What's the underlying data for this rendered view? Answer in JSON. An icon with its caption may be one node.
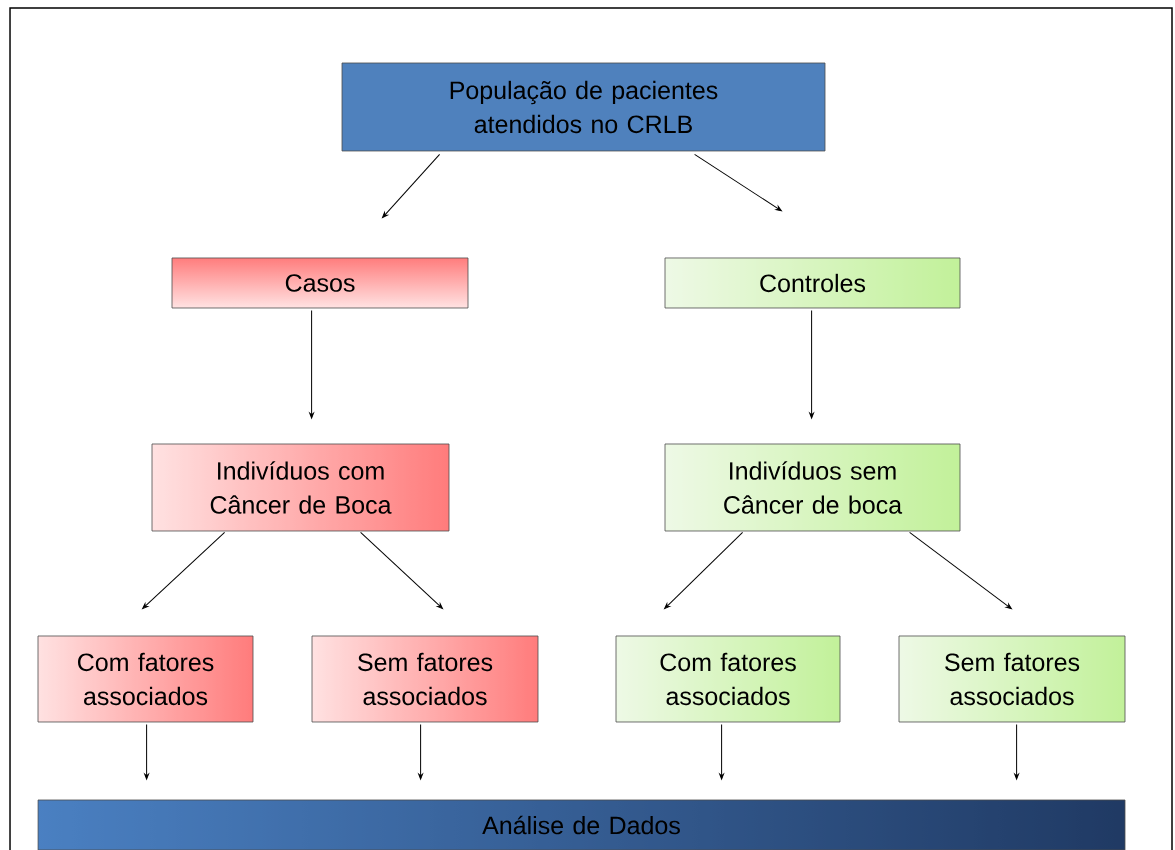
{
  "diagram": {
    "nodes": [
      {
        "text": [
          "População de pacientes atendidos no CRLB"
        ]
      },
      {
        "text": [
          "Casos"
        ]
      },
      {
        "text": [
          "Controles"
        ]
      },
      {
        "text": [
          "Indivíduos com Câncer de Boca"
        ]
      },
      {
        "text": [
          "Indivíduos sem Câncer de boca"
        ]
      },
      {
        "text": [
          "Com fatores associados"
        ]
      },
      {
        "text": [
          "Sem fatores associados"
        ]
      },
      {
        "text": [
          "Com fatores associados"
        ]
      },
      {
        "text": [
          "Sem fatores associados"
        ]
      },
      {
        "text": [
          "Análise de Dados"
        ]
      }
    ],
    "edges": [
      {
        "from": 0,
        "to": 1,
        "arrow": "to"
      },
      {
        "from": 0,
        "to": 2,
        "arrow": "to"
      },
      {
        "from": 1,
        "to": 3,
        "arrow": "to"
      },
      {
        "from": 2,
        "to": 4,
        "arrow": "to"
      },
      {
        "from": 3,
        "to": 5,
        "arrow": "to"
      },
      {
        "from": 3,
        "to": 6,
        "arrow": "to"
      },
      {
        "from": 4,
        "to": 7,
        "arrow": "to"
      },
      {
        "from": 4,
        "to": 8,
        "arrow": "to"
      },
      {
        "from": 5,
        "to": 9,
        "arrow": "to"
      },
      {
        "from": 6,
        "to": 9,
        "arrow": "to"
      },
      {
        "from": 7,
        "to": 9,
        "arrow": "to"
      },
      {
        "from": 8,
        "to": 9,
        "arrow": "to"
      }
    ]
  }
}
